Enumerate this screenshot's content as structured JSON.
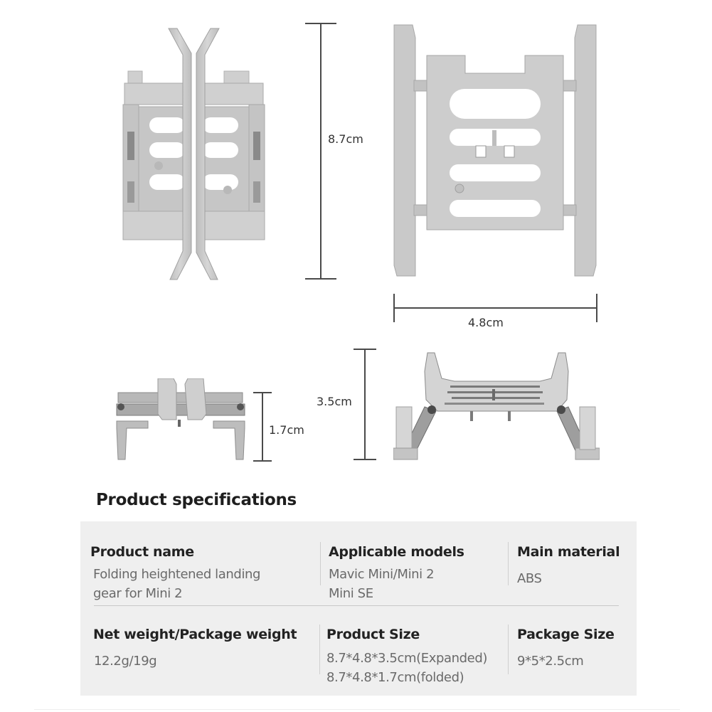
{
  "dimensions": {
    "height_expanded": "8.7cm",
    "width": "4.8cm",
    "height_side_expanded": "3.5cm",
    "height_folded": "1.7cm"
  },
  "images": [
    {
      "name": "folded-top-view",
      "description": "Landing gear folded, top view"
    },
    {
      "name": "expanded-top-view",
      "description": "Landing gear expanded, top view"
    },
    {
      "name": "folded-side-view",
      "description": "Landing gear folded, side view"
    },
    {
      "name": "expanded-side-view",
      "description": "Landing gear expanded, side view"
    }
  ],
  "colors": {
    "product_gray": "#c9c9c9",
    "panel_bg": "#efefef",
    "label_text": "#222222",
    "value_text": "#6a6a6a"
  },
  "specs": {
    "title": "Product specifications",
    "rows": [
      [
        {
          "label": "Product name",
          "value": [
            "Folding heightened landing",
            "gear for Mini 2"
          ]
        },
        {
          "label": "Applicable models",
          "value": [
            "Mavic Mini/Mini 2",
            "Mini SE"
          ]
        },
        {
          "label": "Main material",
          "value": [
            "ABS"
          ]
        }
      ],
      [
        {
          "label": "Net weight/Package weight",
          "value": [
            "12.2g/19g"
          ]
        },
        {
          "label": "Product Size",
          "value": [
            "8.7*4.8*3.5cm(Expanded)",
            "8.7*4.8*1.7cm(folded)"
          ]
        },
        {
          "label": "Package Size",
          "value": [
            "9*5*2.5cm"
          ]
        }
      ]
    ]
  }
}
